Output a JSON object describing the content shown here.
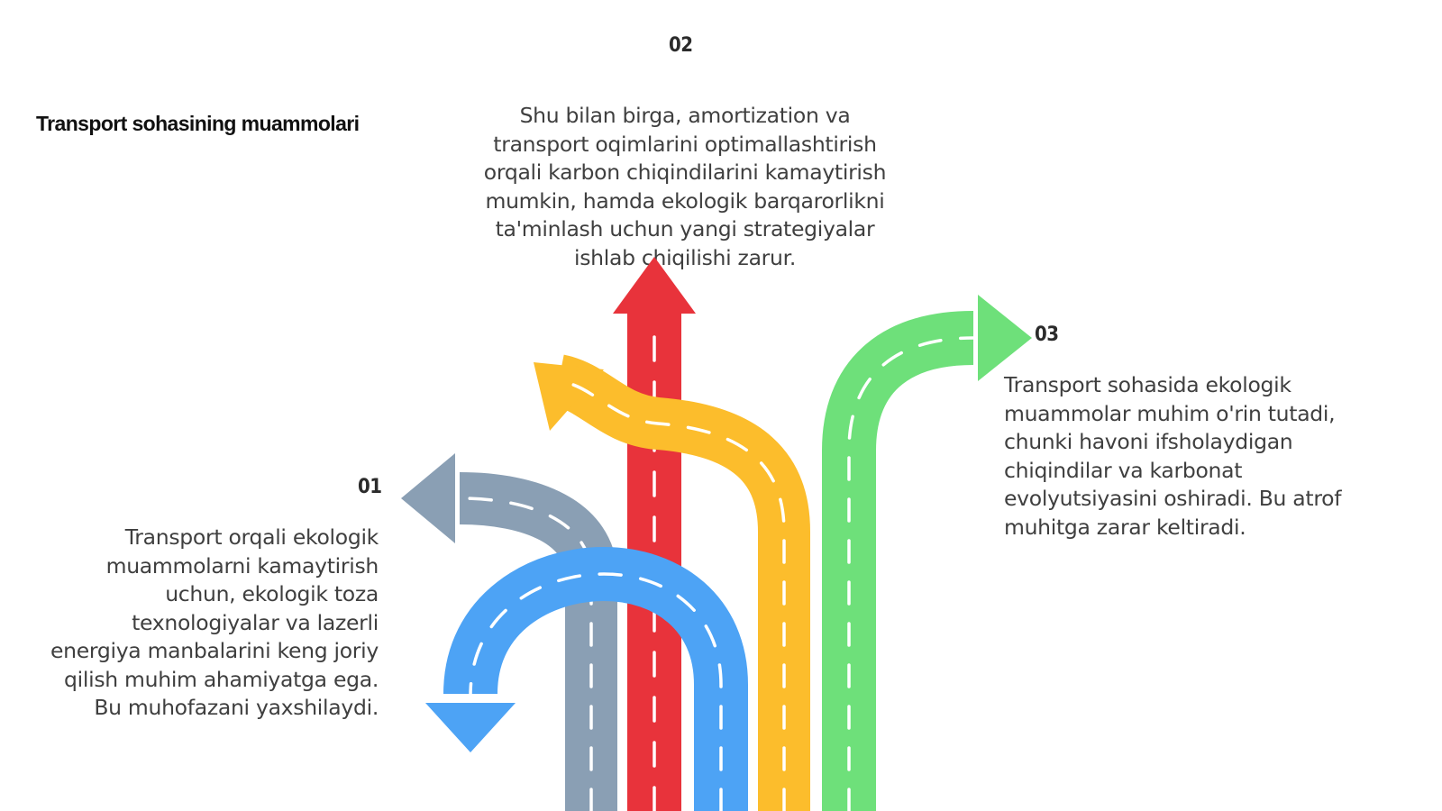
{
  "title": "Transport sohasining muammolari",
  "sections": [
    {
      "number": "01",
      "text": "Transport orqali ekologik muammolarni kamaytirish uchun, ekologik toza texnologiyalar va lazerli energiya manbalarini keng joriy qilish muhim ahamiyatga ega. Bu muhofazani yaxshilaydi.",
      "color": "#4da3f5"
    },
    {
      "number": "02",
      "text": "Shu bilan birga, amortization va transport oqimlarini optimallashtirish orqali karbon chiqindilarini kamaytirish mumkin, hamda ekologik barqarorlikni ta'minlash uchun yangi strategiyalar ishlab chiqilishi zarur.",
      "color": "#e8333b"
    },
    {
      "number": "03",
      "text": "Transport sohasida ekologik muammolar muhim o'rin tutadi, chunki havoni ifsholaydigan chiqindilar va karbonat evolyutsiyasini oshiradi. Bu atrof muhitga zarar keltiradi.",
      "color": "#6ee07a"
    }
  ],
  "road_colors": {
    "gray": "#8a9fb4",
    "red": "#e8333b",
    "yellow": "#fcbd2c",
    "green": "#6ee07a",
    "blue": "#4da3f5",
    "lane_marking": "#ffffff"
  }
}
